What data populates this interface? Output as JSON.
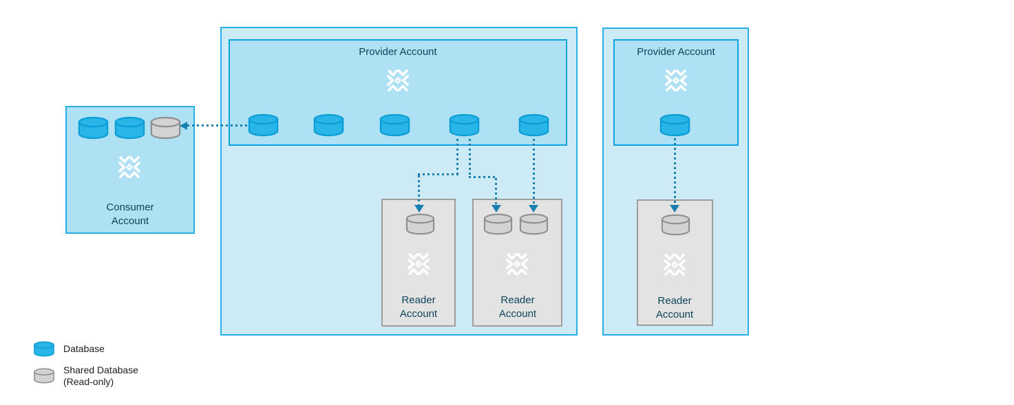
{
  "accounts": {
    "consumer": {
      "label": "Consumer Account"
    },
    "provider_center": {
      "label": "Provider Account"
    },
    "provider_right": {
      "label": "Provider Account"
    },
    "reader_1": {
      "label": "Reader Account"
    },
    "reader_2": {
      "label": "Reader Account"
    },
    "reader_3": {
      "label": "Reader Account"
    }
  },
  "legend": {
    "database": {
      "icon": "database-icon",
      "label": "Database"
    },
    "shared_database": {
      "icon": "shared-database-icon",
      "label": "Shared Database\n(Read-only)"
    }
  },
  "icons": {
    "snowflake": "snowflake-logo",
    "database": "blue-database-cylinder",
    "shared_database": "gray-database-cylinder"
  },
  "colors": {
    "account_border": "#25afe4",
    "account_fill_outer": "#cdeaf7",
    "account_fill_inner": "#aee1f4",
    "inner_border": "#0da2dc",
    "database_fill": "#29b5e8",
    "database_stroke": "#0b9dd6",
    "shared_fill": "#d3d3d3",
    "shared_stroke": "#8f8f8f",
    "reader_fill": "#e3e3e3",
    "reader_border": "#9d9d9d",
    "arrow": "#1780ae",
    "label_text": "#0f4359",
    "legend_text": "#1c1c1c",
    "snowflake": "#ffffff"
  }
}
